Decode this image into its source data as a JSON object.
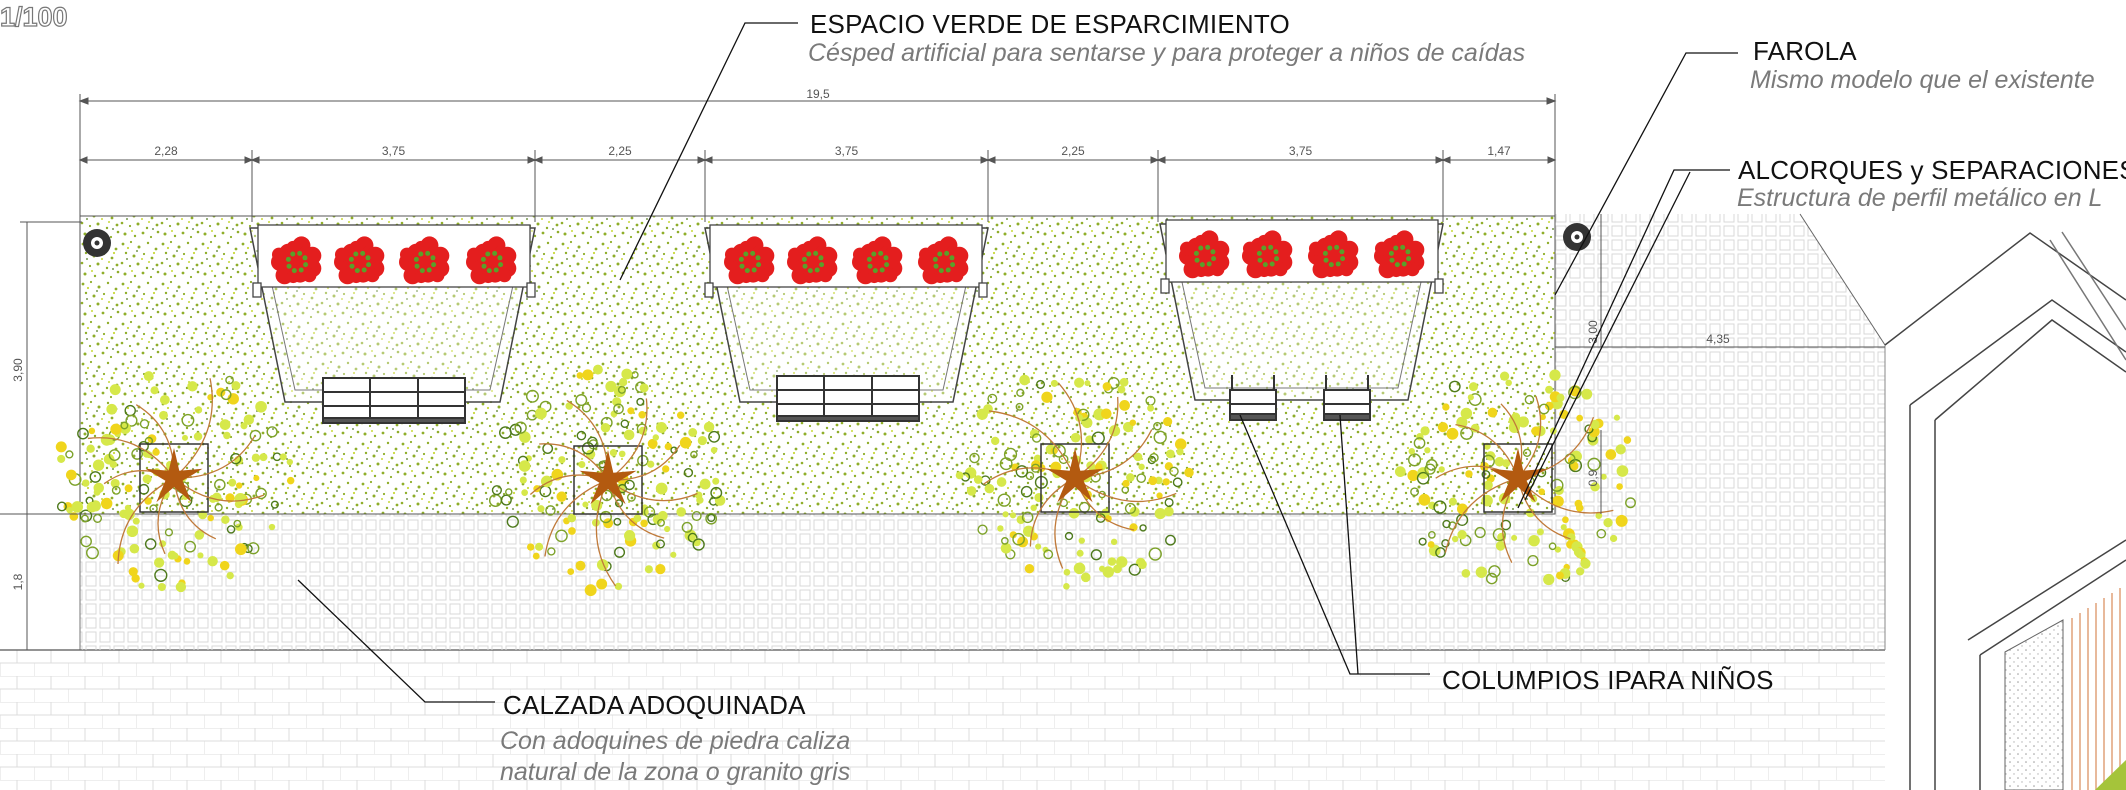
{
  "scale_label": "1/100",
  "dimensions": {
    "total": "19,5",
    "segments": [
      "2,28",
      "3,75",
      "2,25",
      "3,75",
      "2,25",
      "3,75",
      "1,47"
    ],
    "height_main": "3,90",
    "height_walk": "1,8",
    "right_height": "3,00",
    "right_width": "4,35",
    "small": "0,9"
  },
  "labels": {
    "green_space": {
      "title": "ESPACIO VERDE DE ESPARCIMIENTO",
      "subtitle": "Césped artificial para sentarse y para proteger a niños de caídas"
    },
    "lamp": {
      "title": "FAROLA",
      "subtitle": "Mismo modelo que el existente"
    },
    "tree_pits": {
      "title": "ALCORQUES y SEPARACIONES",
      "subtitle": "Estructura de perfil metálico en L"
    },
    "paving": {
      "title": "CALZADA ADOQUINADA",
      "subtitle_line1": "Con adoquines de piedra caliza",
      "subtitle_line2": "natural de la zona o granito gris"
    },
    "swings": {
      "title": "COLUMPIOS IPARA NIÑOS"
    }
  },
  "colors": {
    "grass_dots": "#8fae2a",
    "flowers": "#e41e1e",
    "tree_trunk": "#b35a10",
    "canopy": "#d6e84a",
    "line": "#222222"
  }
}
